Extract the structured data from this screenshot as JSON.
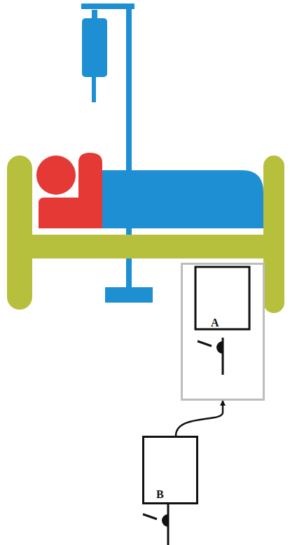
{
  "diagram": {
    "nodes": [
      {
        "text": [
          "A"
        ]
      },
      {
        "text": [
          "B"
        ]
      }
    ],
    "edges": [
      {
        "from": 1,
        "to": 0,
        "arrow": "to"
      }
    ]
  }
}
